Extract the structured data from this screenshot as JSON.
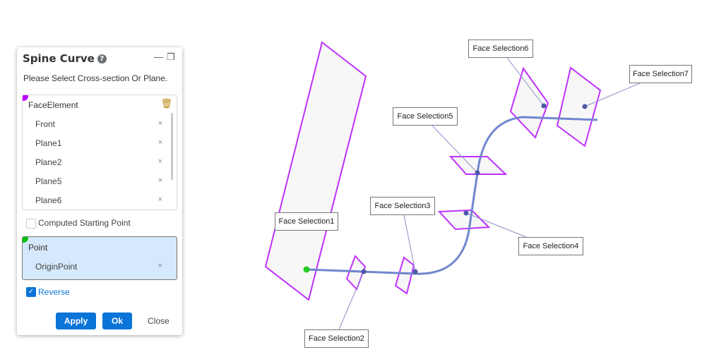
{
  "panel": {
    "title": "Spine Curve",
    "help_icon": "?",
    "minimize_icon": "—",
    "restore_icon": "❐",
    "hint": "Please Select Cross-section Or Plane.",
    "face_group": {
      "label": "FaceElement",
      "items": [
        "Front",
        "Plane1",
        "Plane2",
        "Plane5",
        "Plane6"
      ],
      "accent": "#c000ff"
    },
    "computed_starting_point": {
      "label": "Computed Starting Point",
      "checked": false
    },
    "point_group": {
      "label": "Point",
      "items": [
        "OriginPoint"
      ],
      "accent": "#00c000"
    },
    "reverse": {
      "label": "Reverse",
      "checked": true
    },
    "buttons": {
      "apply": "Apply",
      "ok": "Ok",
      "close": "Close"
    }
  },
  "viewport": {
    "labels": [
      "Face Selection1",
      "Face Selection2",
      "Face Selection3",
      "Face Selection4",
      "Face Selection5",
      "Face Selection6",
      "Face Selection7"
    ],
    "plane_color": "#c030ff",
    "curve_color": "#6f86cf"
  }
}
